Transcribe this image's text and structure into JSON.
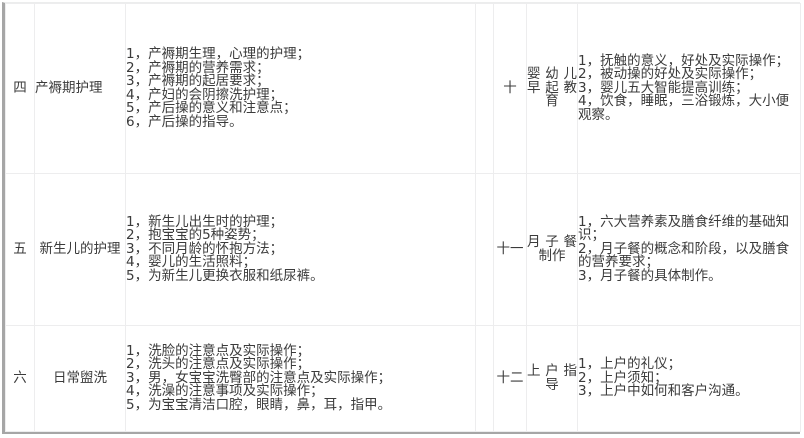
{
  "document": {
    "type": "curriculum-table",
    "text_color": "#3b3b3b",
    "grid_color": "#ededee",
    "frame_color": "#a6a6a6"
  },
  "table": {
    "rows": [
      {
        "left": {
          "index": "四",
          "topic": "产褥期护理",
          "detail": "1，产褥期生理，心理的护理；\n2，产褥期的营养需求；\n3，产褥期的起居要求；\n4，产妇的会阴擦洗护理；\n5，产后操的意义和注意点；\n6，产后操的指导。"
        },
        "right": {
          "index": "十",
          "topic": "婴幼儿早起教育",
          "detail": "1，抚触的意义，好处及实际操作；\n2，被动操的好处及实际操作；\n3，婴儿五大智能提高训练；\n4，饮食，睡眠，三浴锻炼，大小便观察。"
        }
      },
      {
        "left": {
          "index": "五",
          "topic": "新生儿的护理",
          "detail": "1，新生儿出生时的护理；\n2，抱宝宝的5种姿势；\n3，不同月龄的怀抱方法；\n4，婴儿的生活照料；\n5，为新生儿更换衣服和纸尿裤。"
        },
        "right": {
          "index": "十一",
          "topic": "月子餐制作",
          "detail": "1，六大营养素及膳食纤维的基础知识；\n2，月子餐的概念和阶段，以及膳食的营养要求；\n3，月子餐的具体制作。"
        }
      },
      {
        "left": {
          "index": "六",
          "topic": "日常盥洗",
          "detail": "1，洗脸的注意点及实际操作；\n2，洗头的注意点及实际操作；\n3，男，女宝宝洗臀部的注意点及实际操作；\n4，洗澡的注意事项及实际操作；\n5，为宝宝清洁口腔，眼睛，鼻，耳，指甲。"
        },
        "right": {
          "index": "十二",
          "topic": "上户指导",
          "detail": "1，上户的礼仪；\n2，上户须知；\n3，上户中如何和客户沟通。"
        }
      }
    ]
  }
}
